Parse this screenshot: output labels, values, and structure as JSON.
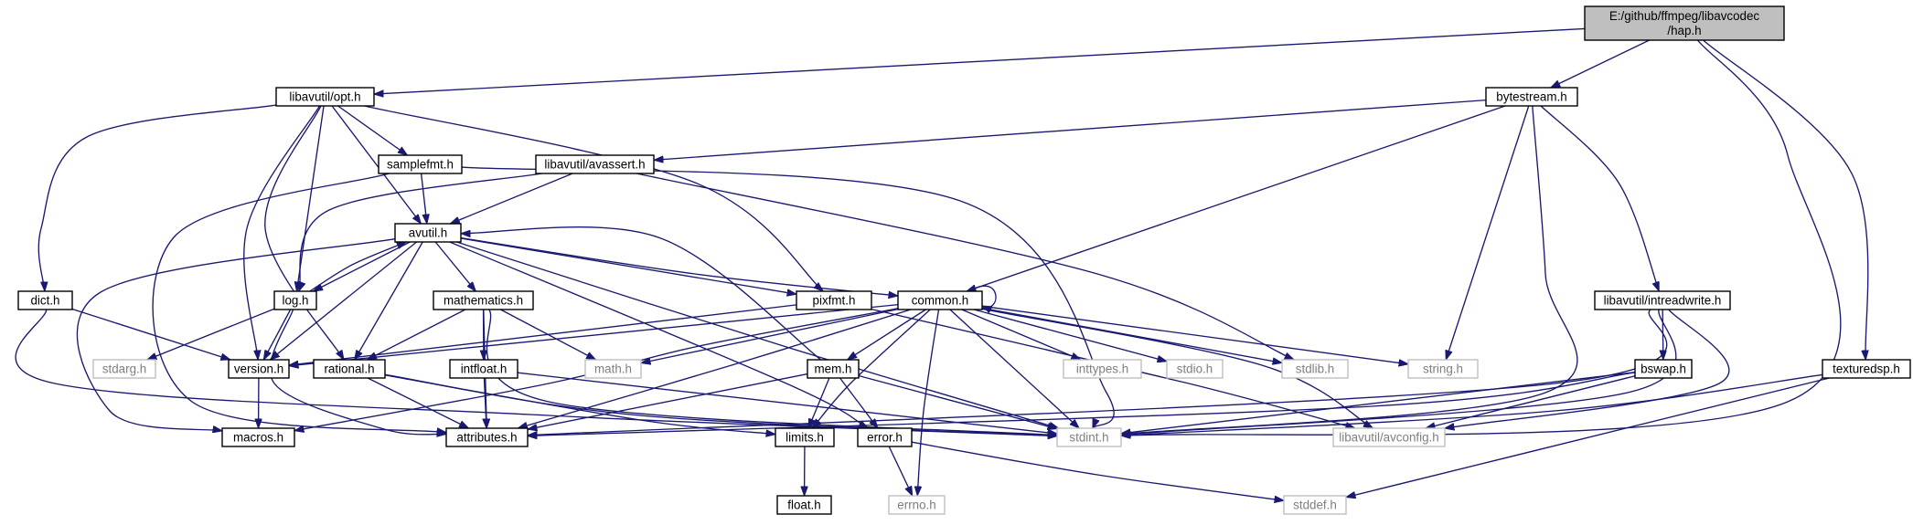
{
  "diagram": {
    "type": "include-dependency-graph",
    "colors": {
      "edge": "#191970",
      "root_fill": "#bfbfbf",
      "node_border": "#000000",
      "external_border": "#bfbfbf",
      "external_text": "#7f7f7f",
      "text": "#000000",
      "background": "#ffffff"
    },
    "nodes": [
      {
        "id": "hap",
        "lines": [
          "E:/github/ffmpeg/libavcodec",
          "/hap.h"
        ],
        "kind": "root"
      },
      {
        "id": "opt",
        "lines": [
          "libavutil/opt.h"
        ],
        "kind": "file"
      },
      {
        "id": "bytestream",
        "lines": [
          "bytestream.h"
        ],
        "kind": "file"
      },
      {
        "id": "samplefmt",
        "lines": [
          "samplefmt.h"
        ],
        "kind": "file"
      },
      {
        "id": "avassert",
        "lines": [
          "libavutil/avassert.h"
        ],
        "kind": "file"
      },
      {
        "id": "avutil",
        "lines": [
          "avutil.h"
        ],
        "kind": "file"
      },
      {
        "id": "dict",
        "lines": [
          "dict.h"
        ],
        "kind": "file"
      },
      {
        "id": "log",
        "lines": [
          "log.h"
        ],
        "kind": "file"
      },
      {
        "id": "mathematics",
        "lines": [
          "mathematics.h"
        ],
        "kind": "file"
      },
      {
        "id": "pixfmt",
        "lines": [
          "pixfmt.h"
        ],
        "kind": "file"
      },
      {
        "id": "common",
        "lines": [
          "common.h"
        ],
        "kind": "file"
      },
      {
        "id": "intreadwrite",
        "lines": [
          "libavutil/intreadwrite.h"
        ],
        "kind": "file"
      },
      {
        "id": "stdarg",
        "lines": [
          "stdarg.h"
        ],
        "kind": "external"
      },
      {
        "id": "version",
        "lines": [
          "version.h"
        ],
        "kind": "file"
      },
      {
        "id": "rational",
        "lines": [
          "rational.h"
        ],
        "kind": "file"
      },
      {
        "id": "intfloat",
        "lines": [
          "intfloat.h"
        ],
        "kind": "file"
      },
      {
        "id": "math",
        "lines": [
          "math.h"
        ],
        "kind": "external"
      },
      {
        "id": "mem",
        "lines": [
          "mem.h"
        ],
        "kind": "file"
      },
      {
        "id": "inttypes",
        "lines": [
          "inttypes.h"
        ],
        "kind": "external"
      },
      {
        "id": "stdio",
        "lines": [
          "stdio.h"
        ],
        "kind": "external"
      },
      {
        "id": "stdlib",
        "lines": [
          "stdlib.h"
        ],
        "kind": "external"
      },
      {
        "id": "string",
        "lines": [
          "string.h"
        ],
        "kind": "external"
      },
      {
        "id": "bswap",
        "lines": [
          "bswap.h"
        ],
        "kind": "file"
      },
      {
        "id": "texturedsp",
        "lines": [
          "texturedsp.h"
        ],
        "kind": "file"
      },
      {
        "id": "macros",
        "lines": [
          "macros.h"
        ],
        "kind": "file"
      },
      {
        "id": "attributes",
        "lines": [
          "attributes.h"
        ],
        "kind": "file"
      },
      {
        "id": "limits",
        "lines": [
          "limits.h"
        ],
        "kind": "file"
      },
      {
        "id": "error",
        "lines": [
          "error.h"
        ],
        "kind": "file"
      },
      {
        "id": "stdint",
        "lines": [
          "stdint.h"
        ],
        "kind": "external"
      },
      {
        "id": "avconfig",
        "lines": [
          "libavutil/avconfig.h"
        ],
        "kind": "external"
      },
      {
        "id": "float",
        "lines": [
          "float.h"
        ],
        "kind": "file"
      },
      {
        "id": "errno",
        "lines": [
          "errno.h"
        ],
        "kind": "external"
      },
      {
        "id": "stddef",
        "lines": [
          "stddef.h"
        ],
        "kind": "external"
      }
    ],
    "edges": [
      [
        "hap",
        "opt"
      ],
      [
        "hap",
        "bytestream"
      ],
      [
        "hap",
        "stdint"
      ],
      [
        "hap",
        "texturedsp"
      ],
      [
        "opt",
        "samplefmt"
      ],
      [
        "opt",
        "avutil"
      ],
      [
        "opt",
        "dict"
      ],
      [
        "opt",
        "log"
      ],
      [
        "opt",
        "pixfmt"
      ],
      [
        "opt",
        "rational"
      ],
      [
        "opt",
        "version"
      ],
      [
        "bytestream",
        "avassert"
      ],
      [
        "bytestream",
        "common"
      ],
      [
        "bytestream",
        "intreadwrite"
      ],
      [
        "bytestream",
        "string"
      ],
      [
        "bytestream",
        "stdint"
      ],
      [
        "samplefmt",
        "avutil"
      ],
      [
        "samplefmt",
        "attributes"
      ],
      [
        "samplefmt",
        "stdint"
      ],
      [
        "avassert",
        "avutil"
      ],
      [
        "avassert",
        "log"
      ],
      [
        "avassert",
        "stdlib"
      ],
      [
        "avutil",
        "common"
      ],
      [
        "avutil",
        "rational"
      ],
      [
        "avutil",
        "version"
      ],
      [
        "avutil",
        "macros"
      ],
      [
        "avutil",
        "mathematics"
      ],
      [
        "avutil",
        "log"
      ],
      [
        "avutil",
        "pixfmt"
      ],
      [
        "avutil",
        "error"
      ],
      [
        "avutil",
        "stdint"
      ],
      [
        "dict",
        "version"
      ],
      [
        "dict",
        "stdint"
      ],
      [
        "log",
        "avutil"
      ],
      [
        "log",
        "attributes"
      ],
      [
        "log",
        "version"
      ],
      [
        "log",
        "stdarg"
      ],
      [
        "mathematics",
        "rational"
      ],
      [
        "mathematics",
        "intfloat"
      ],
      [
        "mathematics",
        "attributes"
      ],
      [
        "mathematics",
        "math"
      ],
      [
        "mathematics",
        "stdint"
      ],
      [
        "pixfmt",
        "version"
      ],
      [
        "pixfmt",
        "avconfig"
      ],
      [
        "common",
        "common"
      ],
      [
        "common",
        "attributes"
      ],
      [
        "common",
        "macros"
      ],
      [
        "common",
        "version"
      ],
      [
        "common",
        "mem"
      ],
      [
        "common",
        "math"
      ],
      [
        "common",
        "inttypes"
      ],
      [
        "common",
        "stdio"
      ],
      [
        "common",
        "stdlib"
      ],
      [
        "common",
        "string"
      ],
      [
        "common",
        "limits"
      ],
      [
        "common",
        "errno"
      ],
      [
        "common",
        "stdint"
      ],
      [
        "common",
        "avconfig"
      ],
      [
        "intreadwrite",
        "bswap"
      ],
      [
        "intreadwrite",
        "attributes"
      ],
      [
        "intreadwrite",
        "stdint"
      ],
      [
        "intreadwrite",
        "avconfig"
      ],
      [
        "version",
        "macros"
      ],
      [
        "rational",
        "attributes"
      ],
      [
        "rational",
        "limits"
      ],
      [
        "rational",
        "stdint"
      ],
      [
        "intfloat",
        "attributes"
      ],
      [
        "intfloat",
        "stdint"
      ],
      [
        "mem",
        "avutil"
      ],
      [
        "mem",
        "attributes"
      ],
      [
        "mem",
        "error"
      ],
      [
        "mem",
        "limits"
      ],
      [
        "mem",
        "stdint"
      ],
      [
        "bswap",
        "attributes"
      ],
      [
        "bswap",
        "avconfig"
      ],
      [
        "bswap",
        "stdint"
      ],
      [
        "texturedsp",
        "stddef"
      ],
      [
        "texturedsp",
        "stdint"
      ],
      [
        "limits",
        "float"
      ],
      [
        "error",
        "errno"
      ],
      [
        "error",
        "stddef"
      ]
    ]
  }
}
